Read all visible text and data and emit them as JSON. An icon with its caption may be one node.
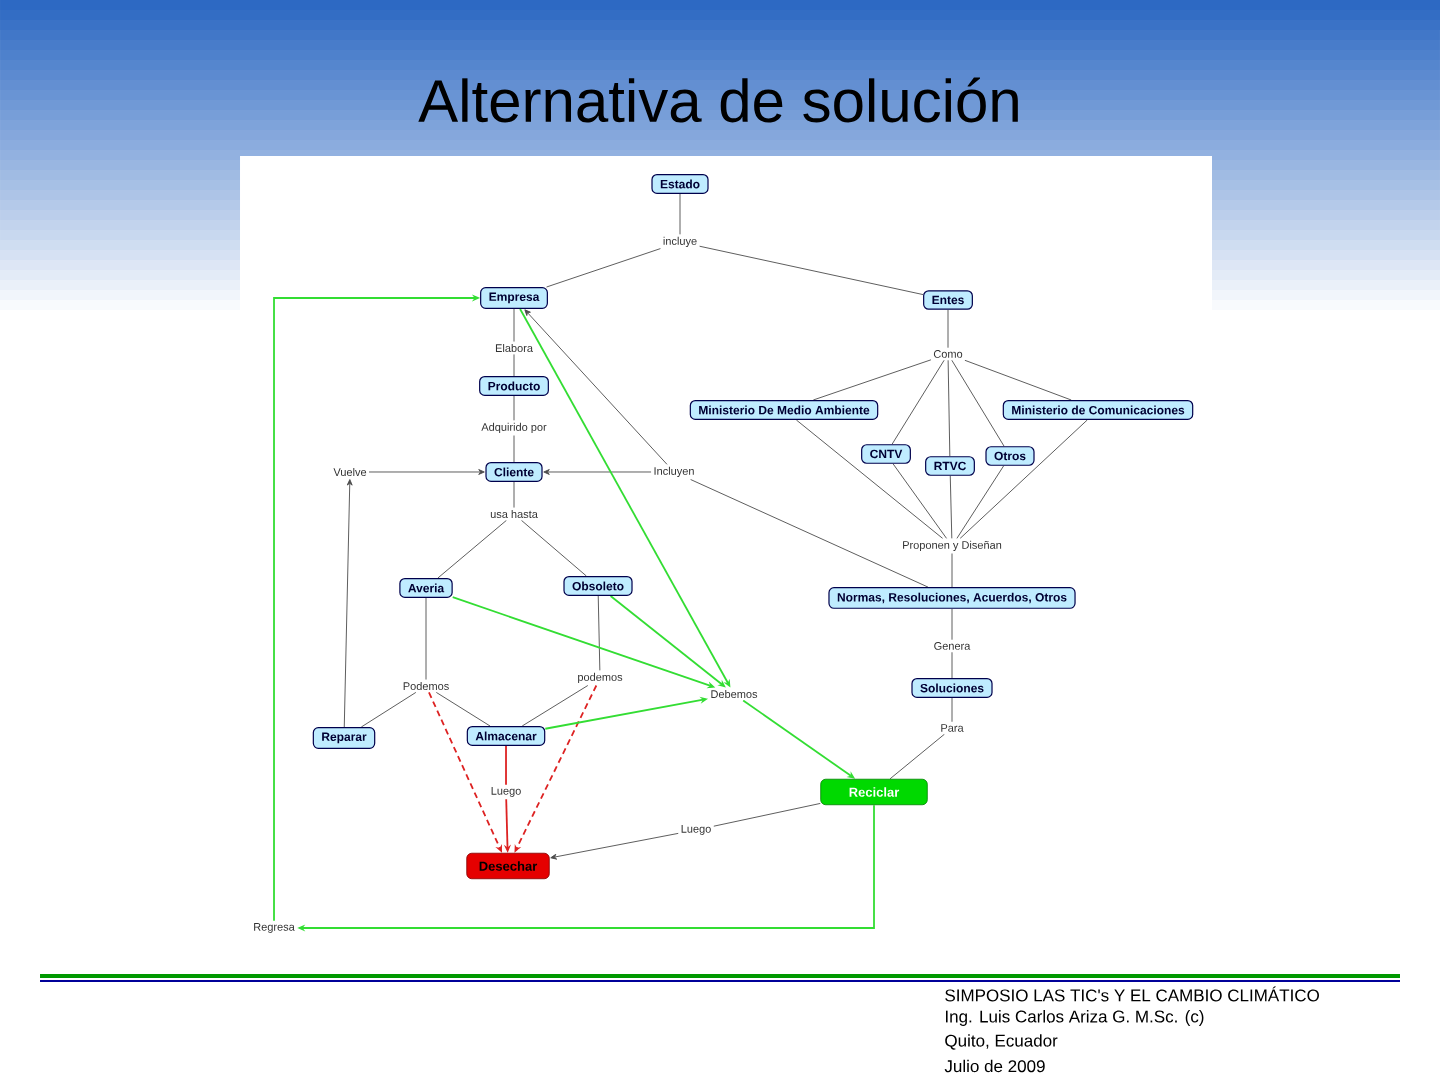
{
  "diagram": {
    "title": "Alternativa de solución",
    "nodes": [
      {
        "text": [
          "Estado"
        ]
      },
      {
        "text": [
          "incluye"
        ]
      },
      {
        "text": [
          "Empresa"
        ]
      },
      {
        "text": [
          "Entes"
        ]
      },
      {
        "text": [
          "Elabora"
        ]
      },
      {
        "text": [
          "Producto"
        ]
      },
      {
        "text": [
          "Como"
        ]
      },
      {
        "text": [
          "Ministerio De Medio Ambiente"
        ]
      },
      {
        "text": [
          "Ministerio de Comunicaciones"
        ]
      },
      {
        "text": [
          "CNTV"
        ]
      },
      {
        "text": [
          "RTVC"
        ]
      },
      {
        "text": [
          "Otros"
        ]
      },
      {
        "text": [
          "Adquirido por"
        ]
      },
      {
        "text": [
          "Vuelve"
        ]
      },
      {
        "text": [
          "Cliente"
        ]
      },
      {
        "text": [
          "Incluyen"
        ]
      },
      {
        "text": [
          "usa hasta"
        ]
      },
      {
        "text": [
          "Proponen y Diseñan"
        ]
      },
      {
        "text": [
          "Averia"
        ]
      },
      {
        "text": [
          "Obsoleto"
        ]
      },
      {
        "text": [
          "Normas, Resoluciones, Acuerdos, Otros"
        ]
      },
      {
        "text": [
          "Genera"
        ]
      },
      {
        "text": [
          "Podemos"
        ]
      },
      {
        "text": [
          "podemos"
        ]
      },
      {
        "text": [
          "Debemos"
        ]
      },
      {
        "text": [
          "Soluciones"
        ]
      },
      {
        "text": [
          "Reparar"
        ]
      },
      {
        "text": [
          "Almacenar"
        ]
      },
      {
        "text": [
          "Para"
        ]
      },
      {
        "text": [
          "Reciclar"
        ]
      },
      {
        "text": [
          "Luego"
        ]
      },
      {
        "text": [
          "Luego"
        ]
      },
      {
        "text": [
          "Desechar"
        ]
      },
      {
        "text": [
          "Regresa"
        ]
      }
    ],
    "edges": [
      {
        "from": 0,
        "to": 1,
        "arrow": "none"
      },
      {
        "from": 1,
        "to": 2,
        "arrow": "none"
      },
      {
        "from": 1,
        "to": 3,
        "arrow": "none"
      },
      {
        "from": 2,
        "to": 4,
        "arrow": "none"
      },
      {
        "from": 4,
        "to": 5,
        "arrow": "none"
      },
      {
        "from": 5,
        "to": 12,
        "arrow": "none"
      },
      {
        "from": 12,
        "to": 14,
        "arrow": "none"
      },
      {
        "from": 13,
        "to": 14,
        "arrow": "to"
      },
      {
        "from": 15,
        "to": 14,
        "arrow": "to"
      },
      {
        "from": 15,
        "to": 2,
        "arrow": "to"
      },
      {
        "from": 20,
        "to": 15,
        "arrow": "none"
      },
      {
        "from": 26,
        "to": 13,
        "arrow": "to"
      },
      {
        "from": 14,
        "to": 16,
        "arrow": "none"
      },
      {
        "from": 16,
        "to": 18,
        "arrow": "none"
      },
      {
        "from": 16,
        "to": 19,
        "arrow": "none"
      },
      {
        "from": 3,
        "to": 6,
        "arrow": "none"
      },
      {
        "from": 6,
        "to": 7,
        "arrow": "none"
      },
      {
        "from": 6,
        "to": 9,
        "arrow": "none"
      },
      {
        "from": 6,
        "to": 10,
        "arrow": "none"
      },
      {
        "from": 6,
        "to": 11,
        "arrow": "none"
      },
      {
        "from": 6,
        "to": 8,
        "arrow": "none"
      },
      {
        "from": 7,
        "to": 17,
        "arrow": "none"
      },
      {
        "from": 9,
        "to": 17,
        "arrow": "none"
      },
      {
        "from": 10,
        "to": 17,
        "arrow": "none"
      },
      {
        "from": 11,
        "to": 17,
        "arrow": "none"
      },
      {
        "from": 8,
        "to": 17,
        "arrow": "none"
      },
      {
        "from": 17,
        "to": 20,
        "arrow": "none"
      },
      {
        "from": 20,
        "to": 21,
        "arrow": "none"
      },
      {
        "from": 21,
        "to": 25,
        "arrow": "none"
      },
      {
        "from": 25,
        "to": 28,
        "arrow": "none"
      },
      {
        "from": 28,
        "to": 29,
        "arrow": "none"
      },
      {
        "from": 18,
        "to": 22,
        "arrow": "none"
      },
      {
        "from": 22,
        "to": 26,
        "arrow": "none"
      },
      {
        "from": 22,
        "to": 27,
        "arrow": "none"
      },
      {
        "from": 22,
        "to": 32,
        "arrow": "to",
        "style": "dashed",
        "color": "#dd2222"
      },
      {
        "from": 19,
        "to": 23,
        "arrow": "none"
      },
      {
        "from": 23,
        "to": 27,
        "arrow": "none"
      },
      {
        "from": 23,
        "to": 32,
        "arrow": "to",
        "style": "dashed",
        "color": "#dd2222"
      },
      {
        "from": 27,
        "to": 30,
        "arrow": "none",
        "color": "#dd2222"
      },
      {
        "from": 30,
        "to": 32,
        "arrow": "to",
        "color": "#dd2222"
      },
      {
        "from": 2,
        "to": 24,
        "arrow": "to",
        "color": "#33dd33"
      },
      {
        "from": 18,
        "to": 24,
        "arrow": "to",
        "color": "#33dd33"
      },
      {
        "from": 19,
        "to": 24,
        "arrow": "to",
        "color": "#33dd33"
      },
      {
        "from": 27,
        "to": 24,
        "arrow": "to",
        "color": "#33dd33"
      },
      {
        "from": 24,
        "to": 29,
        "arrow": "to",
        "color": "#33dd33"
      },
      {
        "from": 29,
        "to": 33,
        "arrow": "to",
        "color": "#33dd33"
      },
      {
        "from": 33,
        "to": 2,
        "arrow": "to",
        "color": "#33dd33"
      },
      {
        "from": 29,
        "to": 31,
        "arrow": "none"
      },
      {
        "from": 31,
        "to": 32,
        "arrow": "to"
      }
    ],
    "labels": [
      "SIMPOSIO LAS TIC's Y EL CAMBIO CLIMÁTICO",
      "Ing. Luis Carlos Ariza G.   M.Sc. (c)",
      "Quito, Ecuador",
      "Julio de 2009"
    ]
  }
}
